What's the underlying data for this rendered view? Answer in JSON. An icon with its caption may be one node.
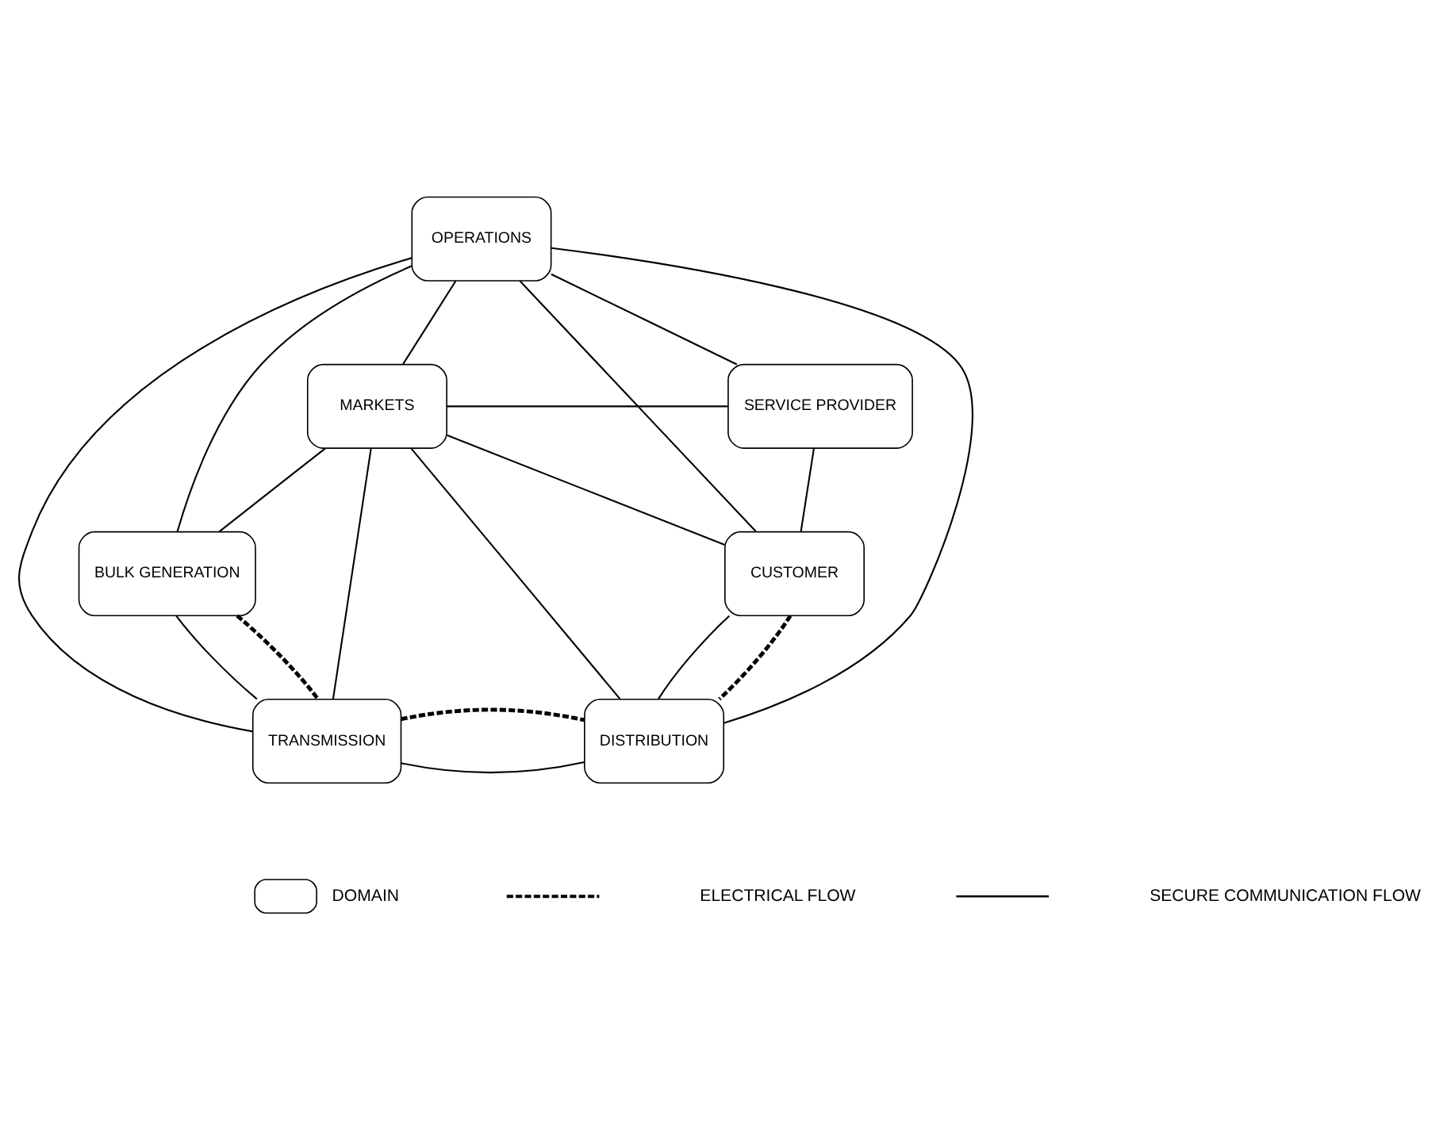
{
  "diagram": {
    "nodes": [
      {
        "text": [
          "OPERATIONS"
        ]
      },
      {
        "text": [
          "MARKETS"
        ]
      },
      {
        "text": [
          "SERVICE PROVIDER"
        ]
      },
      {
        "text": [
          "BULK GENERATION"
        ]
      },
      {
        "text": [
          "CUSTOMER"
        ]
      },
      {
        "text": [
          "TRANSMISSION"
        ]
      },
      {
        "text": [
          "DISTRIBUTION"
        ]
      }
    ],
    "edges": [
      {
        "from": 1,
        "to": 2,
        "arrow": "none"
      },
      {
        "from": 0,
        "to": 1,
        "arrow": "none"
      },
      {
        "from": 0,
        "to": 2,
        "arrow": "none"
      },
      {
        "from": 1,
        "to": 3,
        "arrow": "none"
      },
      {
        "from": 2,
        "to": 4,
        "arrow": "none"
      },
      {
        "from": 3,
        "to": 5,
        "arrow": "none"
      },
      {
        "from": 4,
        "to": 6,
        "arrow": "none"
      },
      {
        "from": 5,
        "to": 6,
        "arrow": "none"
      },
      {
        "from": 0,
        "to": 3,
        "arrow": "none"
      },
      {
        "from": 0,
        "to": 5,
        "arrow": "none"
      },
      {
        "from": 0,
        "to": 6,
        "arrow": "none"
      },
      {
        "from": 0,
        "to": 4,
        "arrow": "none"
      },
      {
        "from": 1,
        "to": 5,
        "arrow": "none"
      },
      {
        "from": 1,
        "to": 6,
        "arrow": "none"
      },
      {
        "from": 1,
        "to": 4,
        "arrow": "none"
      },
      {
        "from": 3,
        "to": 5,
        "arrow": "none",
        "style": "dashed"
      },
      {
        "from": 5,
        "to": 6,
        "arrow": "none",
        "style": "dashed"
      },
      {
        "from": 4,
        "to": 6,
        "arrow": "none",
        "style": "dashed"
      }
    ],
    "legend": [
      {
        "text": "DOMAIN"
      },
      {
        "text": "ELECTRICAL FLOW"
      },
      {
        "text": "SECURE COMMUNICATION FLOW"
      }
    ]
  }
}
